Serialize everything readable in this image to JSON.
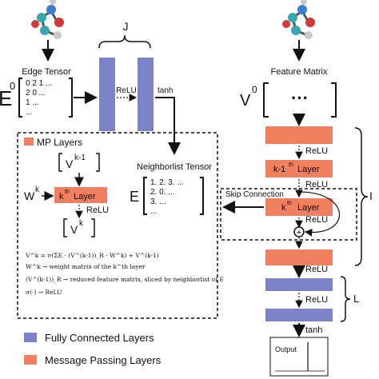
{
  "left": {
    "edge_tensor_label": "Edge Tensor",
    "e0_symbol": "E",
    "e0_sup": "0",
    "matrix_rows": [
      "0 2 1 ...",
      "2 0 ...",
      "1 ...",
      "..."
    ],
    "j_label": "J",
    "relu_label": "ReLU",
    "tanh_label": "tanh",
    "neighborlist_label": "Neighborlist Tensor",
    "e_symbol": "E",
    "e_matrix_rows": [
      "1. 2. 3. ...",
      "2. 0. ...",
      "3. ...",
      "..."
    ]
  },
  "mp_box": {
    "title": "MP Layers",
    "vk1_label": "V",
    "vk1_sup": "k-1",
    "wk_label": "W",
    "wk_sup": "k",
    "kth_layer_label": "Layer",
    "kth_sup": "th",
    "k_char": "k",
    "relu_label": "ReLU",
    "vk_label": "V",
    "vk_sup": "k",
    "eq1": "V^k = σ(ΣE · (V^(k-1))_R · W^k) + V^(k-1)",
    "eq2": "W^k → weight matrix of the k^th layer",
    "eq3": "(V^(k-1))_R → reduced feature matrix, sliced by neighborlist of E",
    "eq4": "σ(·) → ReLU"
  },
  "right": {
    "feature_matrix_label": "Feature Matrix",
    "v0_symbol": "V",
    "v0_sup": "0",
    "dots": "···",
    "relu1": "ReLU",
    "k1_layer": "k-1",
    "k1_sup": "th",
    "layer_word": "Layer",
    "relu2": "ReLU",
    "skip_connection": "Skip Connection",
    "kth": "k",
    "kth_sup": "th",
    "relu3": "ReLU",
    "plus": "+",
    "relu4": "ReLU",
    "relu5": "ReLU",
    "tanh": "tanh",
    "l_label": "L",
    "i_label": "I",
    "output_label": "Output"
  },
  "legend": {
    "fc_label": "Fully Connected Layers",
    "mp_label": "Message Passing Layers"
  },
  "colors": {
    "fc": "#7b83c6",
    "mp": "#f07f5f"
  }
}
